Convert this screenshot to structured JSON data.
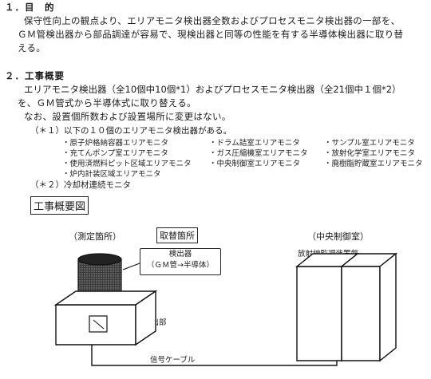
{
  "section1": {
    "heading": "１．目　的",
    "line1": "保守性向上の観点より、エリアモニタ検出器全数およびプロセスモニタ検出器の一部を、",
    "line2": "ＧＭ管検出器から部品調達が容易で、現検出器と同等の性能を有する半導体検出器に取り替",
    "line3": "える。"
  },
  "section2": {
    "heading": "２．工事概要",
    "line1": "エリアモニタ検出器（全10個中10個*1）およびプロセスモニタ検出器（全21個中１個*2）",
    "line2": "を、ＧＭ管式から半導体式に取り替える。",
    "line3": "なお、設置個所数および設置場所に変更はない。",
    "note1": "（＊１）以下の１０個のエリアモニタ検出器がある。",
    "monitors": [
      "・原子炉格納容器エリアモニタ",
      "・ドラム詰室エリアモニタ",
      "・サンプル室エリアモニタ",
      "・充てんポンプ室エリアモニタ",
      "・ガス圧縮機室エリアモニタ",
      "・放射化学室エリアモニタ",
      "・使用済燃料ピット区域エリアモニタ",
      "・中央制御室エリアモニタ",
      "・廃樹脂貯蔵室エリアモニタ",
      "・炉内計装区域エリアモニタ"
    ],
    "note2": "（＊２）冷却材連続モニタ"
  },
  "diagram": {
    "title": "工事概要図",
    "measure_place": "（測定箇所）",
    "replace_place": "取替箇所",
    "detector_label_1": "検出器",
    "detector_label_2": "（ＧＭ管→半導体）",
    "detector_unit": "検出部",
    "control_room": "（中央制御室）",
    "panel": "放射線監視装置盤",
    "cable": "信号ケーブル"
  }
}
